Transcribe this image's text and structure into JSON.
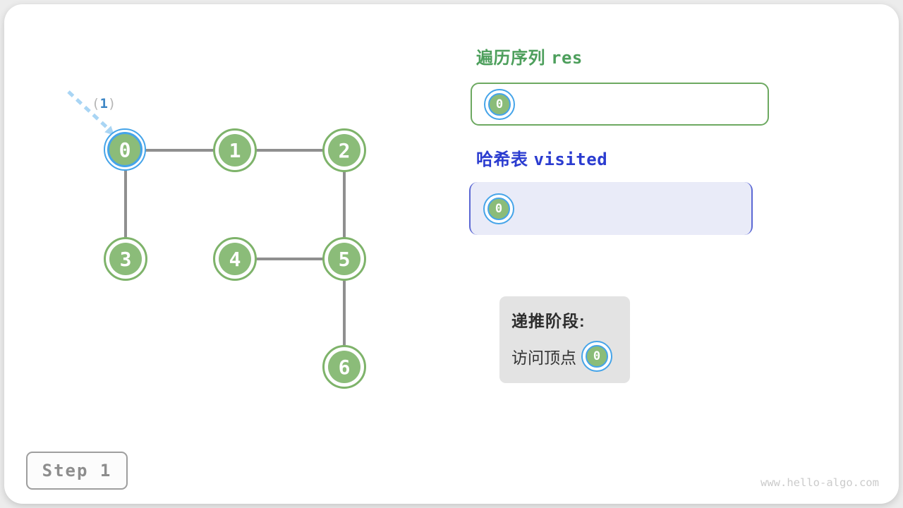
{
  "figure": {
    "step_badge": "Step 1",
    "watermark": "www.hello-algo.com"
  },
  "graph": {
    "arrow_label": {
      "open": "(",
      "value": "1",
      "close": ")"
    },
    "nodes": [
      {
        "label": "0",
        "highlighted": true
      },
      {
        "label": "1",
        "highlighted": false
      },
      {
        "label": "2",
        "highlighted": false
      },
      {
        "label": "3",
        "highlighted": false
      },
      {
        "label": "4",
        "highlighted": false
      },
      {
        "label": "5",
        "highlighted": false
      },
      {
        "label": "6",
        "highlighted": false
      }
    ],
    "edges": [
      [
        0,
        1
      ],
      [
        1,
        2
      ],
      [
        0,
        3
      ],
      [
        2,
        5
      ],
      [
        4,
        5
      ],
      [
        5,
        6
      ]
    ]
  },
  "panels": {
    "res": {
      "title_zh": "遍历序列",
      "title_code": "res",
      "items": [
        "0"
      ]
    },
    "visited": {
      "title_zh": "哈希表",
      "title_code": "visited",
      "items": [
        "0"
      ]
    },
    "phase": {
      "title": "递推阶段:",
      "action_label": "访问顶点",
      "action_node": "0"
    }
  },
  "colors": {
    "node_green_fill": "#8bbc79",
    "node_green_border": "#7eb36a",
    "highlight_blue": "#45a4e9",
    "edge_gray": "#8f8f8f",
    "arrow_blue": "#a9d5f4",
    "res_heading_green": "#4d9f5c",
    "res_box_border": "#6da961",
    "visited_heading_blue": "#2b3cd0",
    "visited_box_border": "#5b68d4",
    "visited_box_bg": "#e9ebf8",
    "phase_box_bg": "#e3e3e3"
  }
}
